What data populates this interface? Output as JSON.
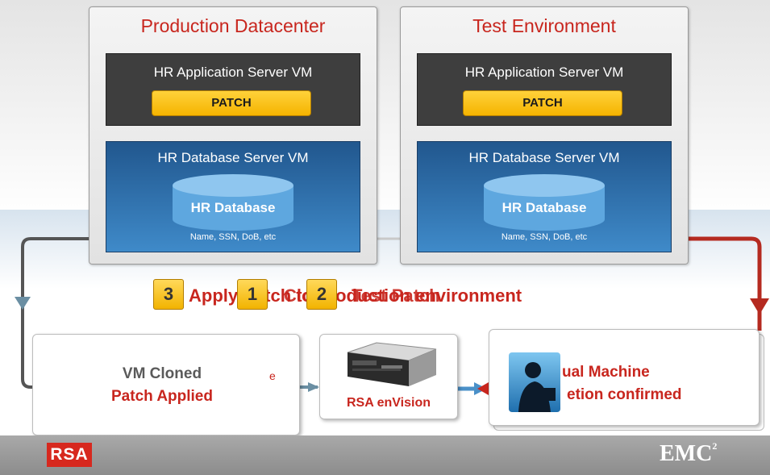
{
  "environments": [
    {
      "title": "Production Datacenter",
      "app_vm": {
        "title": "HR Application Server VM",
        "patch_label": "PATCH"
      },
      "db_vm": {
        "title": "HR Database Server VM",
        "db_label": "HR Database",
        "db_fields": "Name, SSN, DoB, etc"
      }
    },
    {
      "title": "Test Environment",
      "app_vm": {
        "title": "HR Application Server VM",
        "patch_label": "PATCH"
      },
      "db_vm": {
        "title": "HR Database Server VM",
        "db_label": "HR Database",
        "db_fields": "Name, SSN, DoB, etc"
      }
    }
  ],
  "steps": [
    {
      "number": "3",
      "text": "Apply Patch to production environment"
    },
    {
      "number": "1",
      "text": "Clone"
    },
    {
      "number": "2",
      "text": "Test Patch"
    }
  ],
  "cloned_box": {
    "line1": "VM Cloned",
    "line2": "Patch Applied",
    "fragment": "e"
  },
  "envision_box": {
    "label": "RSA enVision"
  },
  "vm_box": {
    "line1": "ual Machine",
    "line2": "etion confirmed"
  },
  "footer": {
    "rsa_logo": "RSA",
    "emc_logo": "EMC",
    "emc_sup": "2"
  },
  "colors": {
    "accent_red": "#c8261e",
    "patch_yellow": "#f5b400",
    "db_blue": "#2f74b5",
    "arrow_blue": "#4a90c8",
    "arrow_gray": "#5a5a5a"
  }
}
